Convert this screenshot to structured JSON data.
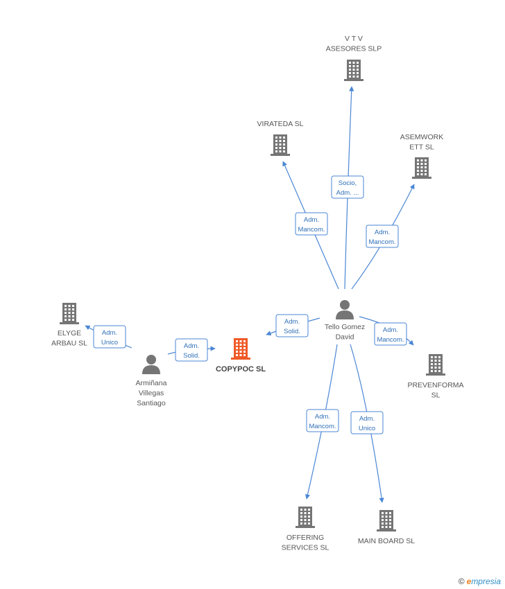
{
  "colors": {
    "edge": "#4a86d4",
    "company": "#757575",
    "focus_company": "#f05a28",
    "person": "#757575"
  },
  "nodes": [
    {
      "id": "vtv",
      "kind": "company",
      "lines": [
        "V T V",
        "ASESORES SLP"
      ]
    },
    {
      "id": "virateda",
      "kind": "company",
      "lines": [
        "VIRATEDA  SL"
      ]
    },
    {
      "id": "asemwork",
      "kind": "company",
      "lines": [
        "ASEMWORK",
        "ETT  SL"
      ]
    },
    {
      "id": "tello",
      "kind": "person",
      "lines": [
        "Tello Gomez",
        "David"
      ]
    },
    {
      "id": "elyge",
      "kind": "company",
      "lines": [
        "ELYGE",
        "ARBAU SL"
      ]
    },
    {
      "id": "copypoc",
      "kind": "focus",
      "lines": [
        "COPYPOC SL"
      ]
    },
    {
      "id": "arminana",
      "kind": "person",
      "lines": [
        "Armiñana",
        "Villegas",
        "Santiago"
      ]
    },
    {
      "id": "prevenforma",
      "kind": "company",
      "lines": [
        "PREVENFORMA",
        "SL"
      ]
    },
    {
      "id": "offering",
      "kind": "company",
      "lines": [
        "OFFERING",
        "SERVICES  SL"
      ]
    },
    {
      "id": "mainboard",
      "kind": "company",
      "lines": [
        "MAIN BOARD SL"
      ]
    }
  ],
  "edges": [
    {
      "from": "tello",
      "to": "vtv",
      "label": [
        "Socio,",
        "Adm. ..."
      ]
    },
    {
      "from": "tello",
      "to": "virateda",
      "label": [
        "Adm.",
        "Mancom."
      ]
    },
    {
      "from": "tello",
      "to": "asemwork",
      "label": [
        "Adm.",
        "Mancom."
      ]
    },
    {
      "from": "tello",
      "to": "copypoc",
      "label": [
        "Adm.",
        "Solid."
      ]
    },
    {
      "from": "tello",
      "to": "prevenforma",
      "label": [
        "Adm.",
        "Mancom."
      ]
    },
    {
      "from": "tello",
      "to": "offering",
      "label": [
        "Adm.",
        "Mancom."
      ]
    },
    {
      "from": "tello",
      "to": "mainboard",
      "label": [
        "Adm.",
        "Unico"
      ]
    },
    {
      "from": "arminana",
      "to": "copypoc",
      "label": [
        "Adm.",
        "Solid."
      ]
    },
    {
      "from": "arminana",
      "to": "elyge",
      "label": [
        "Adm.",
        "Unico"
      ]
    }
  ],
  "copyright": {
    "symbol": "©",
    "brand_first": "e",
    "brand_rest": "mpresia"
  }
}
